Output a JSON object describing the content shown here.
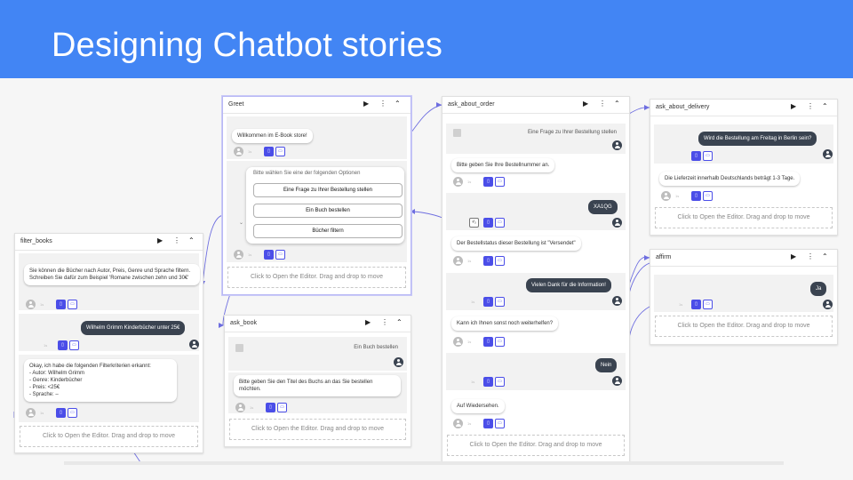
{
  "slide_title": "Designing Chatbot stories",
  "placeholder": "Click to Open the Editor. Drag and drop to move",
  "colors": {
    "banner": "#4285f4",
    "accent": "#4b4ee8",
    "edge": "#6e6ee0"
  },
  "icons": {
    "play": "play-icon",
    "menu": "more-vert-icon",
    "collapse": "chevron-up-icon"
  },
  "cards": {
    "greet": {
      "title": "Greet",
      "welcome": "Willkommen im E-Book store!",
      "options_label": "Bitte wählen Sie eine der folgenden Optionen",
      "option1": "Eine Frage zu Ihrer Bestellung stellen",
      "option2": "Ein Buch bestellen",
      "option3": "Bücher filtern"
    },
    "filter_books": {
      "title": "filter_books",
      "bot1": "Sie können die Bücher nach Autor, Preis, Genre und Sprache filtern. Schreiben Sie dafür zum Beispiel 'Romane zwischen zehn und 30€'",
      "user1": "Wilhelm Grimm Kinderbücher unter 25€",
      "bot2_l1": "Okay, ich habe die folgenden Filterkriterien erkannt:",
      "bot2_l2": "- Autor: Wilhelm Grimm",
      "bot2_l3": "- Genre: Kinderbücher",
      "bot2_l4": "- Preis: <25€",
      "bot2_l5": "- Sprache: –"
    },
    "ask_book": {
      "title": "ask_book",
      "user1": "Ein Buch bestellen",
      "bot1": "Bitte geben Sie den Titel des Buchs an das Sie bestellen möchten."
    },
    "ask_about_order": {
      "title": "ask_about_order",
      "user1": "Eine Frage zu Ihrer Bestellung stellen",
      "bot1": "Bitte geben Sie Ihre Bestellnummer an.",
      "user2": "XA1QG",
      "bot2": "Der Bestellstatus dieser Bestellung ist \"Versendet\"",
      "user3": "Vielen Dank für die Information!",
      "bot3": "Kann ich Ihnen sonst noch weiterhelfen?",
      "user4": "Nein",
      "bot4": "Auf Wiedersehen."
    },
    "ask_about_delivery": {
      "title": "ask_about_delivery",
      "user1": "Wird die Bestellung am Freitag in Berlin sein?",
      "bot1": "Die Lieferzeit innerhalb Deutschlands beträgt 1-3 Tage."
    },
    "affirm": {
      "title": "affirm",
      "user1": "Ja"
    }
  }
}
